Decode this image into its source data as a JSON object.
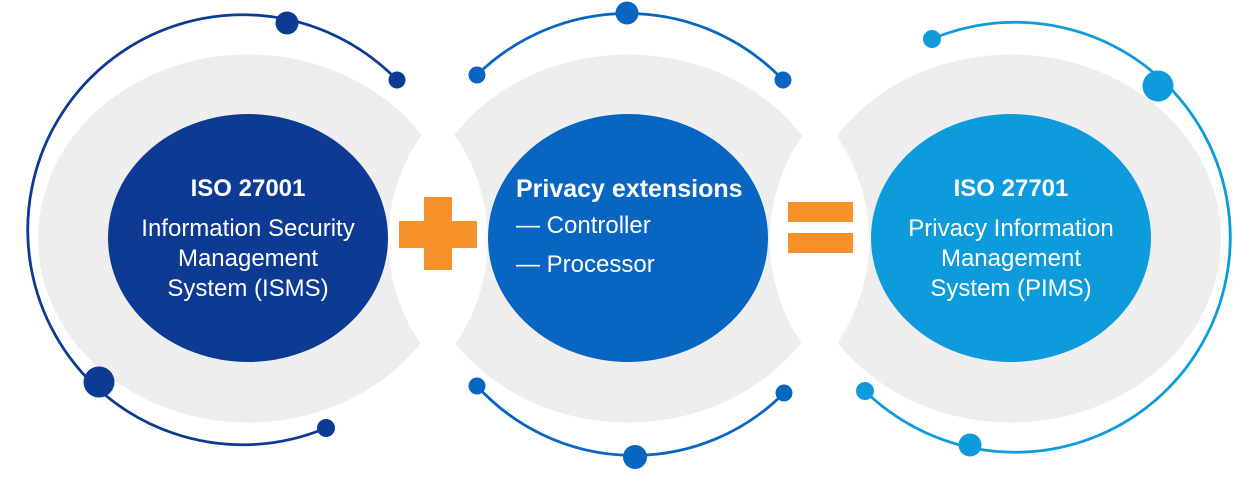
{
  "colors": {
    "navy": "#0D3A93",
    "blue": "#0866C2",
    "lightblue": "#0E9BDC",
    "orange": "#F6912C",
    "halo": "#EEEEEF",
    "text": "#FFFFFF",
    "background": "#FFFFFF"
  },
  "nodes": {
    "iso27001": {
      "title": "ISO 27001",
      "lines": [
        "Information Security",
        "Management",
        "System (ISMS)"
      ]
    },
    "privacy": {
      "title": "Privacy extensions",
      "items": [
        "— Controller",
        "— Processor"
      ]
    },
    "iso27701": {
      "title": "ISO 27701",
      "lines": [
        "Privacy Information",
        "Management",
        "System (PIMS)"
      ]
    }
  },
  "operators": {
    "plus": "+",
    "equals": "="
  }
}
